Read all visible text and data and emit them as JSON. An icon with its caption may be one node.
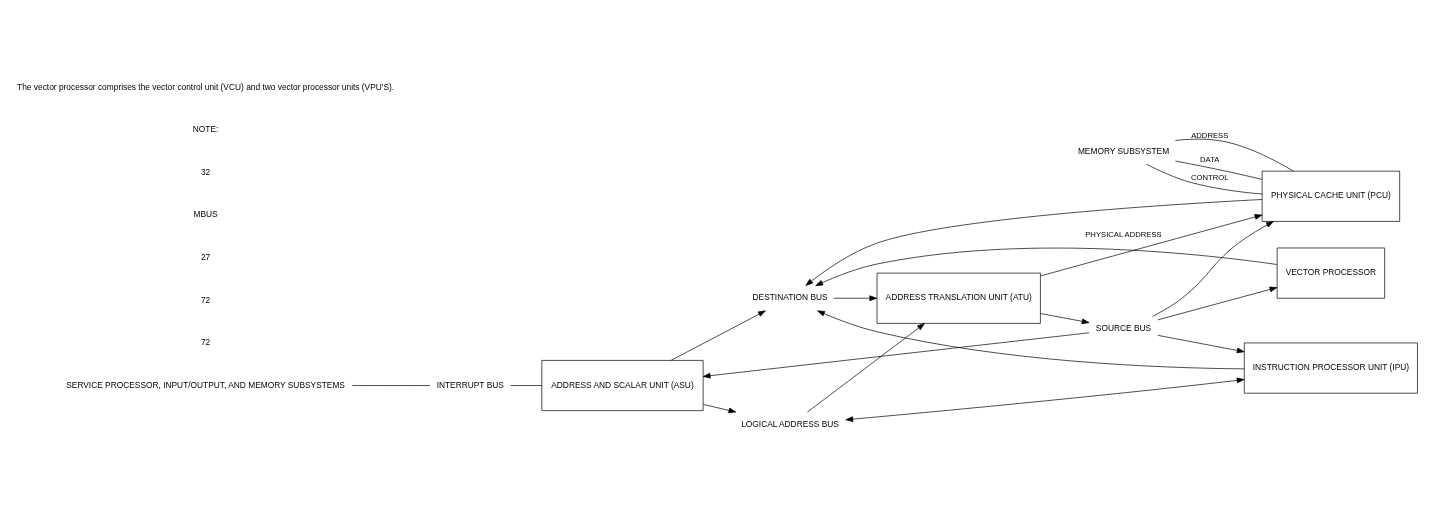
{
  "diagram": {
    "nodes": [
      {
        "text": [
          "SERVICE PROCESSOR, INPUT/OUTPUT, AND MEMORY SUBSYSTEMS"
        ]
      },
      {
        "text": [
          "INTERRUPT BUS"
        ]
      },
      {
        "text": [
          "SOURCE BUS"
        ]
      },
      {
        "text": [
          "DESTINATION BUS"
        ]
      },
      {
        "text": [
          "MEMORY SUBSYSTEM"
        ]
      },
      {
        "text": [
          "PHYSICAL CACHE UNIT (PCU)"
        ]
      },
      {
        "text": [
          "ADDRESS TRANSLATION UNIT (ATU)"
        ]
      },
      {
        "text": [
          "INSTRUCTION PROCESSOR UNIT (IPU)"
        ]
      },
      {
        "text": [
          "ADDRESS AND SCALAR UNIT (ASU)"
        ]
      },
      {
        "text": [
          "VECTOR PROCESSOR"
        ]
      },
      {
        "text": [
          "LOGICAL ADDRESS BUS"
        ]
      }
    ],
    "edges": [
      {
        "from": 0,
        "to": 1,
        "arrow": "none"
      },
      {
        "from": 1,
        "to": 8,
        "arrow": "none"
      },
      {
        "from": 2,
        "to": 5,
        "arrow": "to"
      },
      {
        "from": 6,
        "to": 2,
        "arrow": "to"
      },
      {
        "from": 2,
        "to": 7,
        "arrow": "to"
      },
      {
        "from": 2,
        "to": 8,
        "arrow": "to"
      },
      {
        "from": 2,
        "to": 9,
        "arrow": "to"
      },
      {
        "from": 5,
        "to": 3,
        "arrow": "to"
      },
      {
        "from": 3,
        "to": 6,
        "arrow": "to"
      },
      {
        "from": 7,
        "to": 3,
        "arrow": "to"
      },
      {
        "from": 8,
        "to": 3,
        "arrow": "to"
      },
      {
        "from": 9,
        "to": 3,
        "arrow": "to"
      },
      {
        "from": 4,
        "to": 5,
        "arrow": "none",
        "label": "ADDRESS"
      },
      {
        "from": 4,
        "to": 5,
        "arrow": "none",
        "label": "DATA"
      },
      {
        "from": 4,
        "to": 5,
        "arrow": "none",
        "label": "CONTROL"
      },
      {
        "from": 6,
        "to": 5,
        "arrow": "to",
        "label": "PHYSICAL ADDRESS"
      },
      {
        "from": 10,
        "to": 6,
        "arrow": "to"
      },
      {
        "from": 10,
        "to": 7,
        "arrow": "both"
      },
      {
        "from": 8,
        "to": 10,
        "arrow": "to"
      }
    ],
    "labels": [
      "72",
      "72",
      "27",
      "MBUS",
      "32",
      "NOTE:",
      "The vector processor comprises the vector control unit (VCU) and two vector processor units (VPU'S)."
    ]
  }
}
